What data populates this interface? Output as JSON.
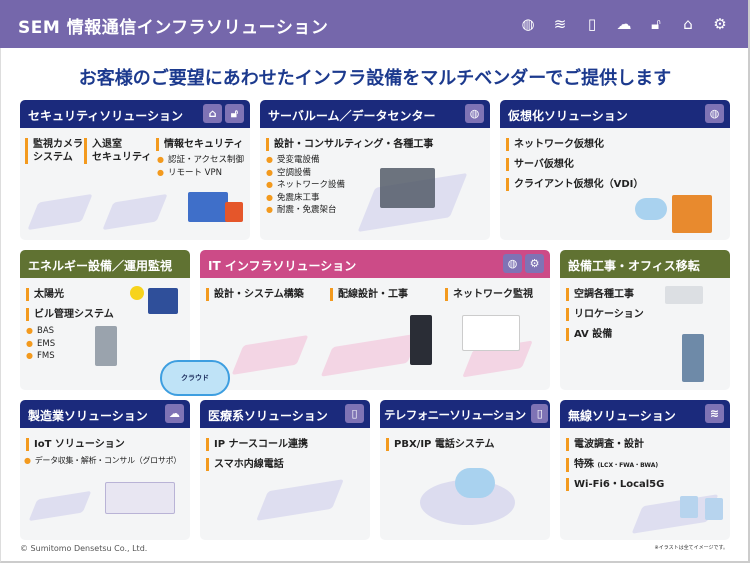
{
  "header": {
    "title": "SEM 情報通信インフラソリューション",
    "icons": [
      "globe-icon",
      "wifi-icon",
      "smartphone-icon",
      "iot-cloud-icon",
      "lock-icon",
      "home-lock-icon",
      "gear-icon"
    ]
  },
  "tagline": "お客様のご要望にあわせたインフラ設備をマルチベンダーでご提供します",
  "panels": {
    "security": {
      "title": "セキュリティソリューション",
      "items": [
        "監視カメラ\nシステム",
        "入退室\nセキュリティ",
        "情報セキュリティ"
      ],
      "bullets": [
        "認証・アクセス制御",
        "リモート VPN"
      ]
    },
    "serverroom": {
      "title": "サーバルーム／データセンター",
      "items": [
        "設計・コンサルティング・各種工事"
      ],
      "bullets": [
        "受変電設備",
        "空調設備",
        "ネットワーク設備",
        "免震床工事",
        "耐震・免震架台"
      ]
    },
    "virtual": {
      "title": "仮想化ソリューション",
      "items": [
        "ネットワーク仮想化",
        "サーバ仮想化",
        "クライアント仮想化（VDI）"
      ]
    },
    "energy": {
      "title": "エネルギー設備／運用監視",
      "items": [
        "太陽光",
        "ビル管理システム"
      ],
      "bullets": [
        "BAS",
        "EMS",
        "FMS"
      ]
    },
    "it": {
      "title": "IT インフラソリューション",
      "items": [
        "設計・システム構築",
        "配線設計・工事",
        "ネットワーク監視"
      ]
    },
    "office": {
      "title": "設備工事・オフィス移転",
      "items": [
        "空調各種工事",
        "リロケーション",
        "AV 設備"
      ]
    },
    "manufacturing": {
      "title": "製造業ソリューション",
      "items": [
        "IoT ソリューション"
      ],
      "bullets": [
        "データ収集・解析・コンサル（グロサポ）"
      ]
    },
    "medical": {
      "title": "医療系ソリューション",
      "items": [
        "IP ナースコール連携",
        "スマホ内線電話"
      ]
    },
    "telephony": {
      "title": "テレフォニーソリューション",
      "items": [
        "PBX/IP 電話システム"
      ]
    },
    "wireless": {
      "title": "無線ソリューション",
      "items": [
        "電波調査・設計",
        "特殊",
        "Wi-Fi6・Local5G"
      ],
      "special_note": "(LCX・FWA・BWA)"
    }
  },
  "cloud_label": "クラウド",
  "footer": {
    "copyright": "© Sumitomo Densetsu Co., Ltd.",
    "note": "※イラストは全てイメージです。"
  },
  "colors": {
    "topbar": "#7567ab",
    "navy": "#1b2a7c",
    "olive": "#607232",
    "pink": "#cc4b87",
    "accent": "#f39a1e",
    "tagline": "#1c3a8e"
  }
}
